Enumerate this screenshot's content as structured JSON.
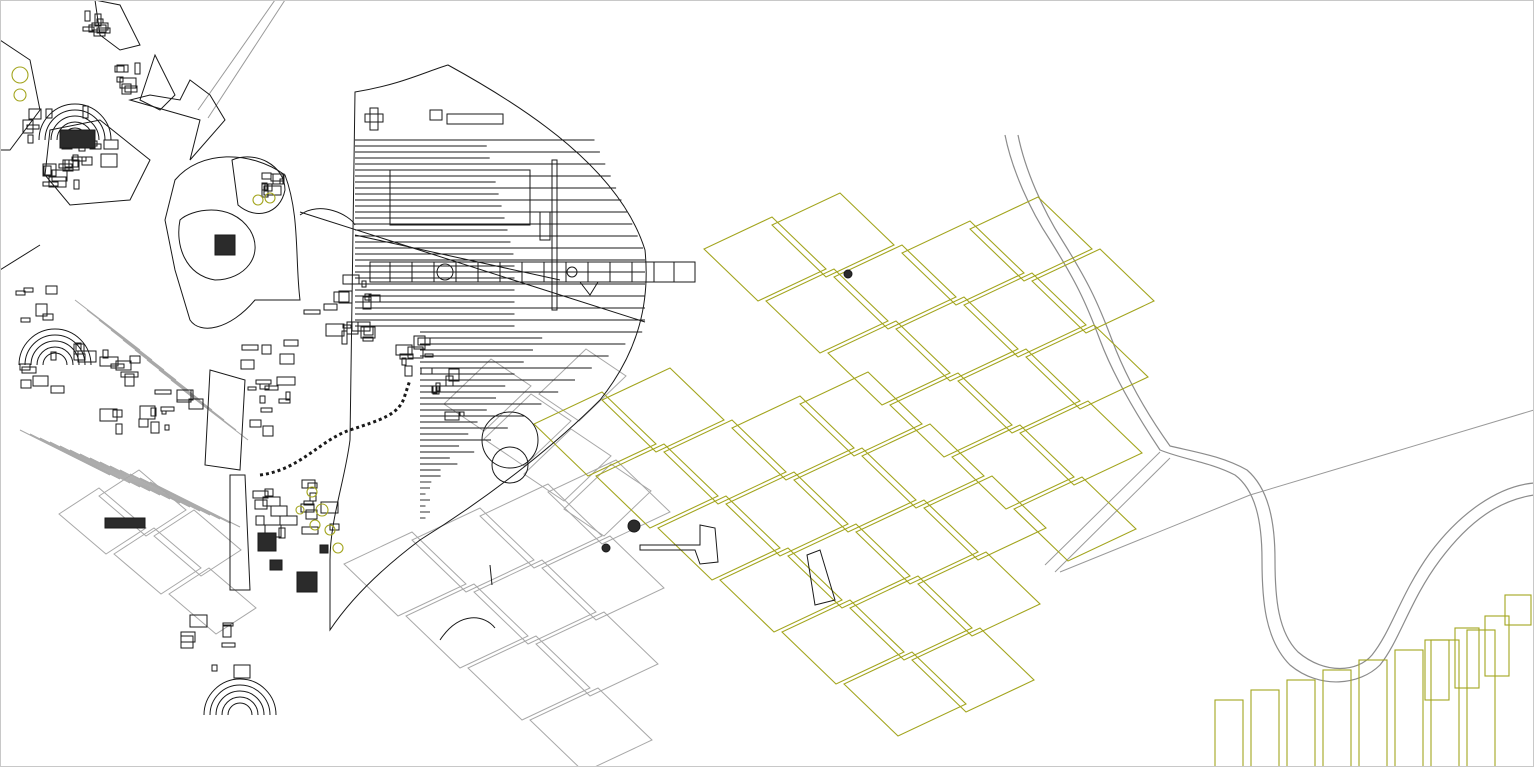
{
  "map": {
    "colors": {
      "background": "#ffffff",
      "linework": "#1a1a1a",
      "grey_streets": "#a6a6a6",
      "olive_blocks": "#a3a51e",
      "river": "#8c8c8c",
      "fill_dark": "#2b2b2b"
    },
    "layers": [
      "river-channel",
      "grey-street-grid",
      "olive-block-grid",
      "district-outline",
      "building-footprints",
      "lower-right-block-grid"
    ]
  }
}
